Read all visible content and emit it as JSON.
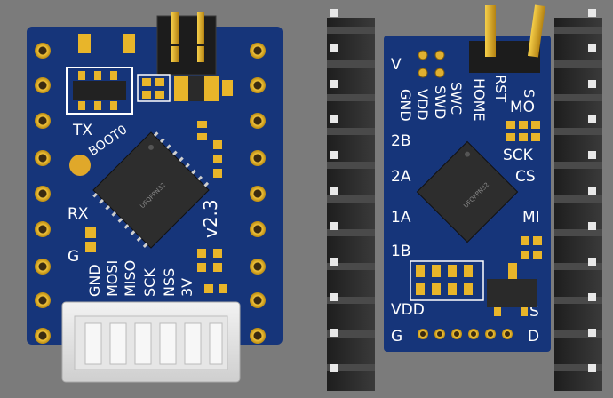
{
  "scene": {
    "background": "#7b7b7b",
    "board_color": "#16357a",
    "gold": "#d9a91c",
    "silkscreen": "#ffffff"
  },
  "left_board": {
    "labels": {
      "tx": "TX",
      "boot0": "BOOT0",
      "rx": "RX",
      "g": "G",
      "version": "v2.3",
      "chip_marking": "UFQFPN32",
      "bottom_pins": [
        "GND",
        "MOSI",
        "MISO",
        "SCK",
        "NSS",
        "3V"
      ]
    }
  },
  "right_board": {
    "labels": {
      "v": "V",
      "top_pins": [
        "GND",
        "VDD",
        "SWD",
        "SWC",
        "HOME",
        "RST"
      ],
      "left_pins": [
        "2B",
        "2A",
        "1A",
        "1B",
        "VDD"
      ],
      "right_pins": [
        "MO",
        "SCK",
        "CS",
        "MI",
        "S"
      ],
      "bottom_g": "G",
      "bottom_d": "D",
      "chip_marking": "UFQFPN32",
      "partial_top_right": "S"
    }
  }
}
